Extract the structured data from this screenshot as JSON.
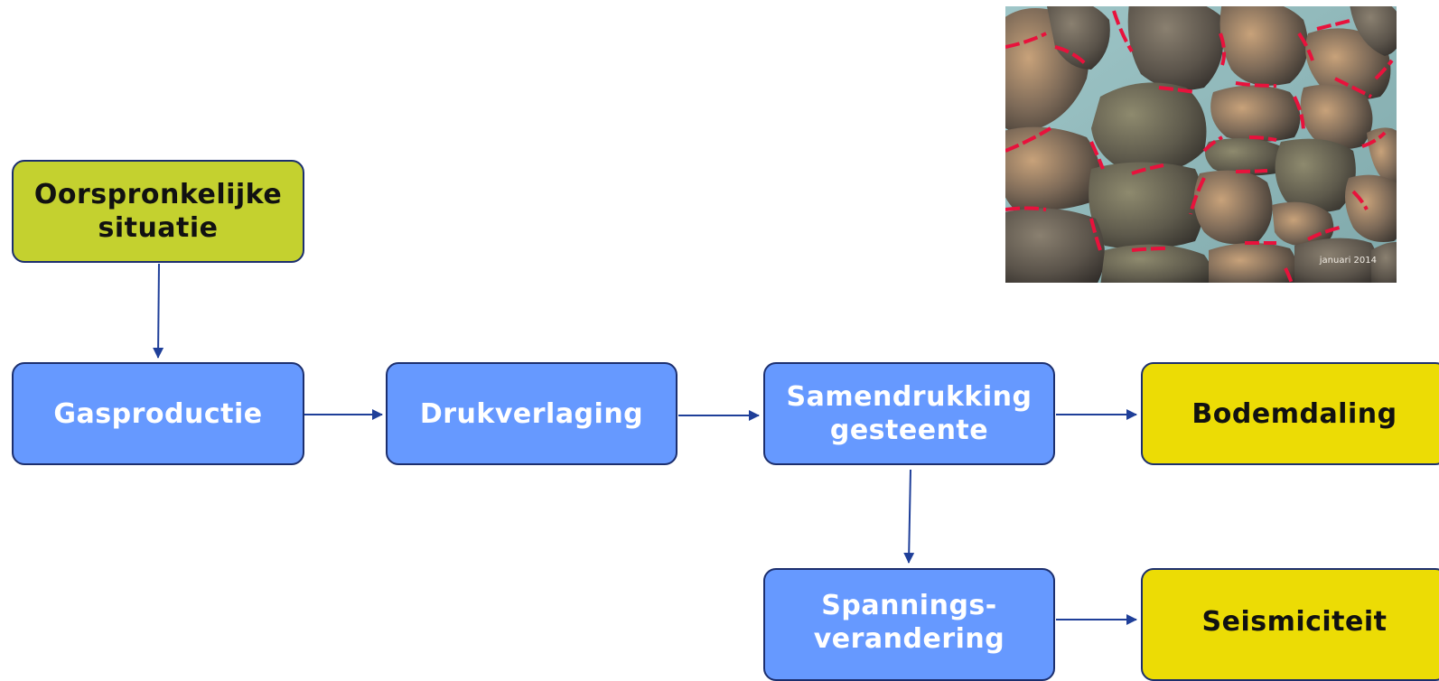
{
  "diagram": {
    "nodes": [
      {
        "id": "orig",
        "label": "Oorspronkelijke\nsituatie",
        "color": "#c4d12f"
      },
      {
        "id": "gas",
        "label": "Gasproductie",
        "color": "#6699ff"
      },
      {
        "id": "druk",
        "label": "Drukverlaging",
        "color": "#6699ff"
      },
      {
        "id": "samen",
        "label": "Samendrukking\ngesteente",
        "color": "#6699ff"
      },
      {
        "id": "bodem",
        "label": "Bodemdaling",
        "color": "#ecdc05"
      },
      {
        "id": "span",
        "label": "Spannings-\nverandering",
        "color": "#6699ff"
      },
      {
        "id": "seis",
        "label": "Seismiciteit",
        "color": "#ecdc05"
      }
    ],
    "edges": [
      {
        "from": "orig",
        "to": "gas"
      },
      {
        "from": "gas",
        "to": "druk"
      },
      {
        "from": "druk",
        "to": "samen"
      },
      {
        "from": "samen",
        "to": "bodem"
      },
      {
        "from": "samen",
        "to": "span"
      },
      {
        "from": "span",
        "to": "seis"
      }
    ],
    "arrow_color": "#1f3f99"
  },
  "photo": {
    "caption": "januari 2014",
    "contact_line_color": "#e8123c"
  }
}
